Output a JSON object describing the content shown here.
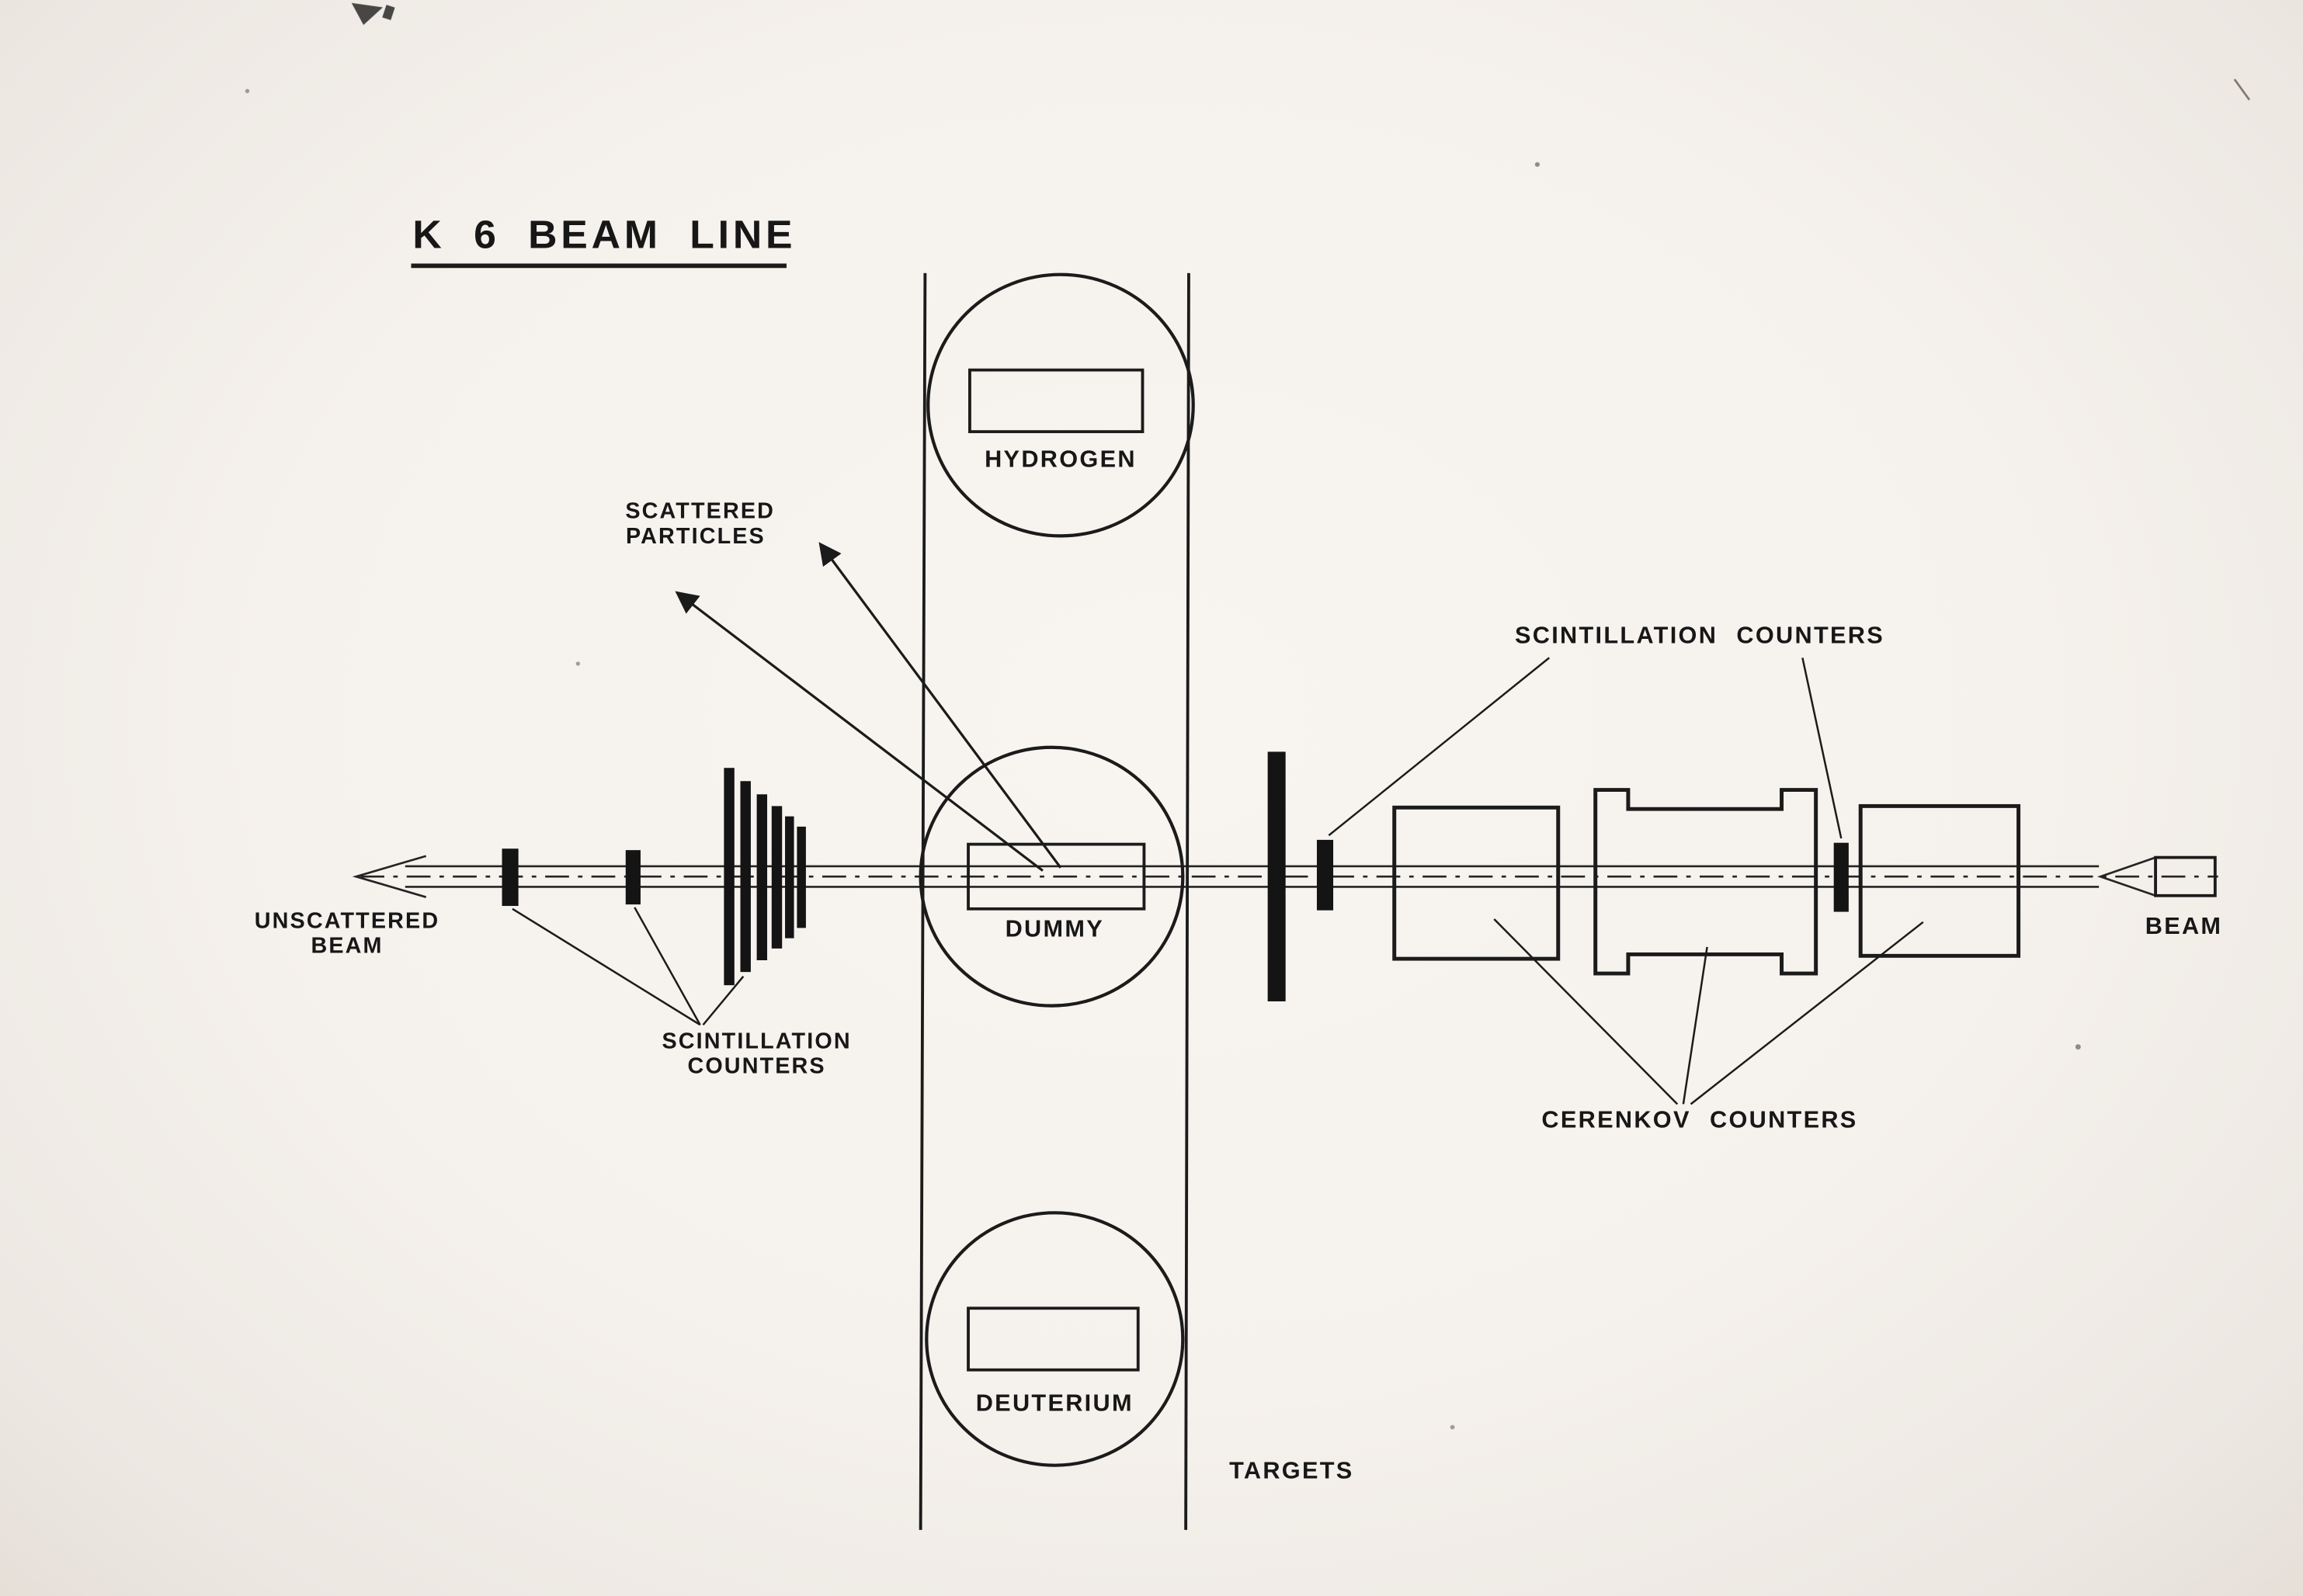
{
  "title": "K 6 BEAM LINE",
  "colors": {
    "paper": "#f5f1ec",
    "ink": "#1b1b1b"
  },
  "targets_assembly": {
    "hydrogen_label": "HYDROGEN",
    "dummy_label": "DUMMY",
    "deuterium_label": "DEUTERIUM",
    "targets_label": "TARGETS"
  },
  "beam": {
    "unscattered_label": [
      "UNSCATTERED",
      "BEAM"
    ],
    "beam_label": "BEAM"
  },
  "annotations": {
    "scattered_particles": [
      "SCATTERED",
      "PARTICLES"
    ],
    "scintillation_left": [
      "SCINTILLATION",
      "COUNTERS"
    ],
    "scintillation_right": "SCINTILLATION COUNTERS",
    "cerenkov": "CERENKOV COUNTERS"
  }
}
